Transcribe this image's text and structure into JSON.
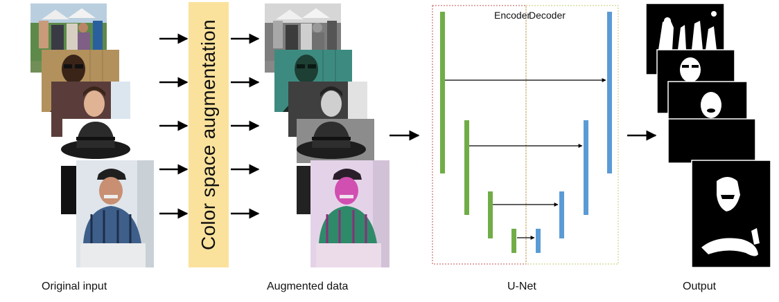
{
  "captions": {
    "original": "Original input",
    "augmented": "Augmented data",
    "unet": "U-Net",
    "output": "Output"
  },
  "augmentation_label": "Color space augmentation",
  "unet_labels": {
    "encoder": "Encoder",
    "decoder": "Decoder"
  },
  "colors": {
    "augmentation_box": "#fbe29c",
    "encoder_bar": "#70ad47",
    "decoder_bar": "#5b9bd5",
    "encoder_border": "#c0504d",
    "decoder_border": "#c9c96a"
  },
  "images": {
    "original": [
      "park-crowd-photo",
      "portrait-man-glasses-photo",
      "portrait-young-man-photo",
      "hat-person-photo",
      "old-man-cap-photo"
    ],
    "augmented": [
      "park-crowd-grayscale",
      "portrait-man-green-tint",
      "portrait-young-man-grayscale",
      "hat-person-grayscale",
      "old-man-magenta-green-tint"
    ],
    "output": [
      "park-crowd-mask",
      "portrait-man-mask",
      "young-man-mask",
      "hat-person-mask",
      "old-man-mask"
    ]
  }
}
